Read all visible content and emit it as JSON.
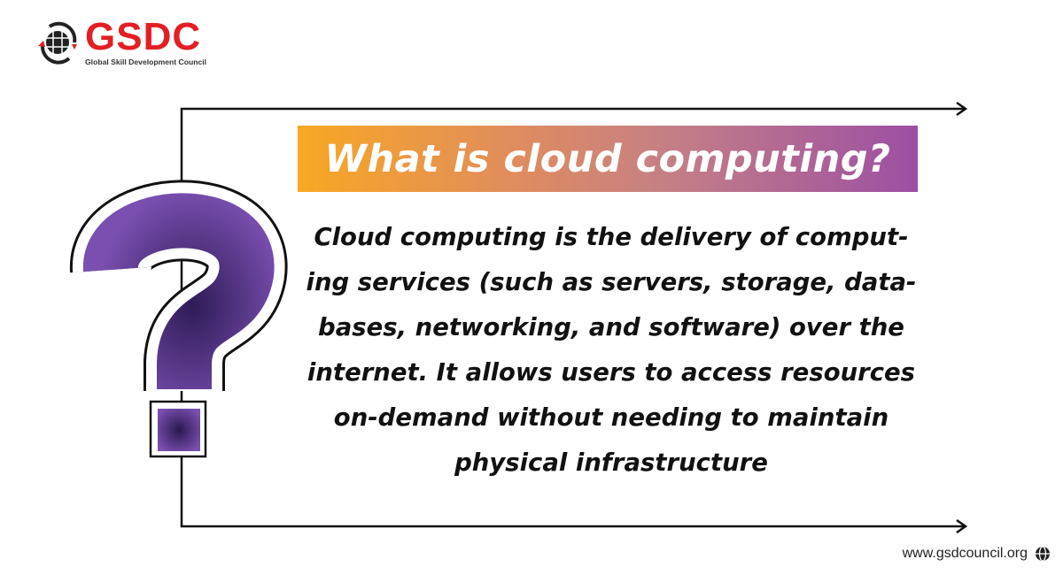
{
  "logo": {
    "name": "GSDC",
    "tagline": "Global Skill Development Council"
  },
  "title": "What is cloud computing?",
  "body_lines": [
    "Cloud computing is the delivery of comput-",
    "ing services (such as servers, storage, data-",
    "bases, networking, and software) over the",
    "internet. It allows users to access resources",
    "on-demand without needing to maintain",
    "physical infrastructure"
  ],
  "footer": {
    "url": "www.gsdcouncil.org",
    "icon": "globe-icon"
  },
  "colors": {
    "brand_red": "#e31e24",
    "gradient_start": "#f8a823",
    "gradient_end": "#9c4fa3",
    "question_mark": "#5a3590"
  }
}
